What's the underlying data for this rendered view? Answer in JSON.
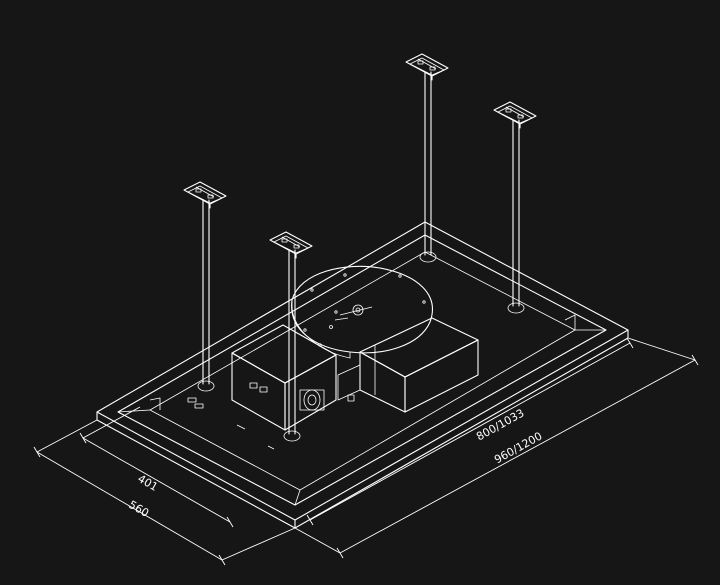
{
  "diagram": {
    "dimensions": {
      "width_inner": "401",
      "width_outer": "560",
      "length_inner": "800/1033",
      "length_outer": "960/1200"
    },
    "colors": {
      "background": "#161616",
      "line": "#ffffff"
    }
  }
}
